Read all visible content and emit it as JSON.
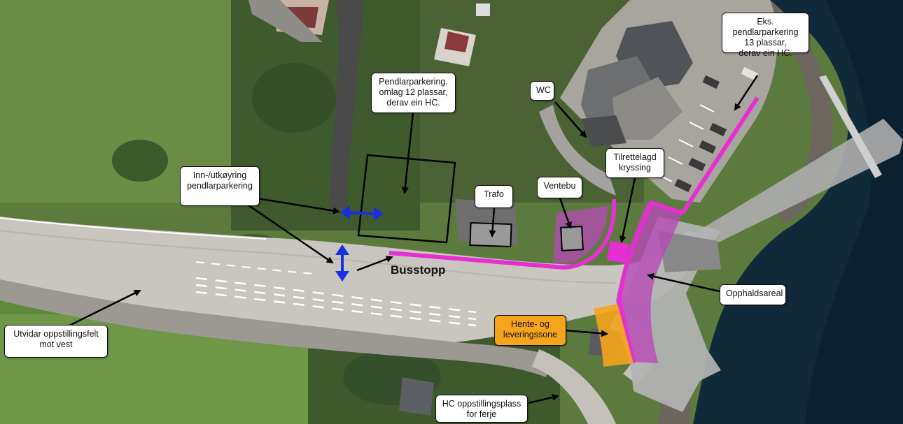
{
  "map": {
    "labels": {
      "pendlar_new": "Pendlarparkering.\nomlag 12 plassar,\nderav ein HC.",
      "wc": "WC",
      "eks_pendlar": "Eks. pendlarparkering\n13 plassar,\nderav ein HC.",
      "tilrettelagd": "Tilrettelagd\nkryssing",
      "inn_utkoyring": "Inn-/utkøyring\npendlarparkering",
      "trafo": "Trafo",
      "ventebu": "Ventebu",
      "busstopp": "Busstopp",
      "opphaldsareal": "Opphaldsareal",
      "hente": "Hente- og\nleveringssone",
      "utvidar": "Utvidar oppstillingsfelt\nmot vest",
      "hc_oppstilling": "HC oppstillingsplass\nfor ferje"
    }
  },
  "colors": {
    "magenta": "#e62fd2",
    "magenta_fill": "#b84ab8",
    "orange": "#f5a41c",
    "blue_arrow": "#1a2ee6",
    "grey_box": "#9a9a9a"
  }
}
